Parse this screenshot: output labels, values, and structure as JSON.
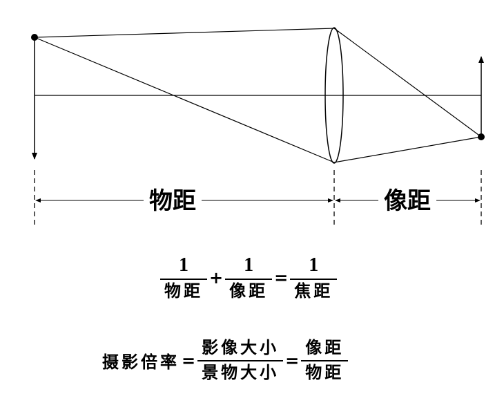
{
  "diagram": {
    "object_distance_label": "物距",
    "image_distance_label": "像距"
  },
  "lens_equation": {
    "numerator": "1",
    "term1_denominator": "物距",
    "plus": "+",
    "term2_denominator": "像距",
    "equals": "=",
    "term3_denominator": "焦距"
  },
  "magnification": {
    "lhs": "摄影倍率",
    "equals1": "=",
    "ratio1_numerator": "影像大小",
    "ratio1_denominator": "景物大小",
    "equals2": "=",
    "ratio2_numerator": "像距",
    "ratio2_denominator": "物距"
  }
}
